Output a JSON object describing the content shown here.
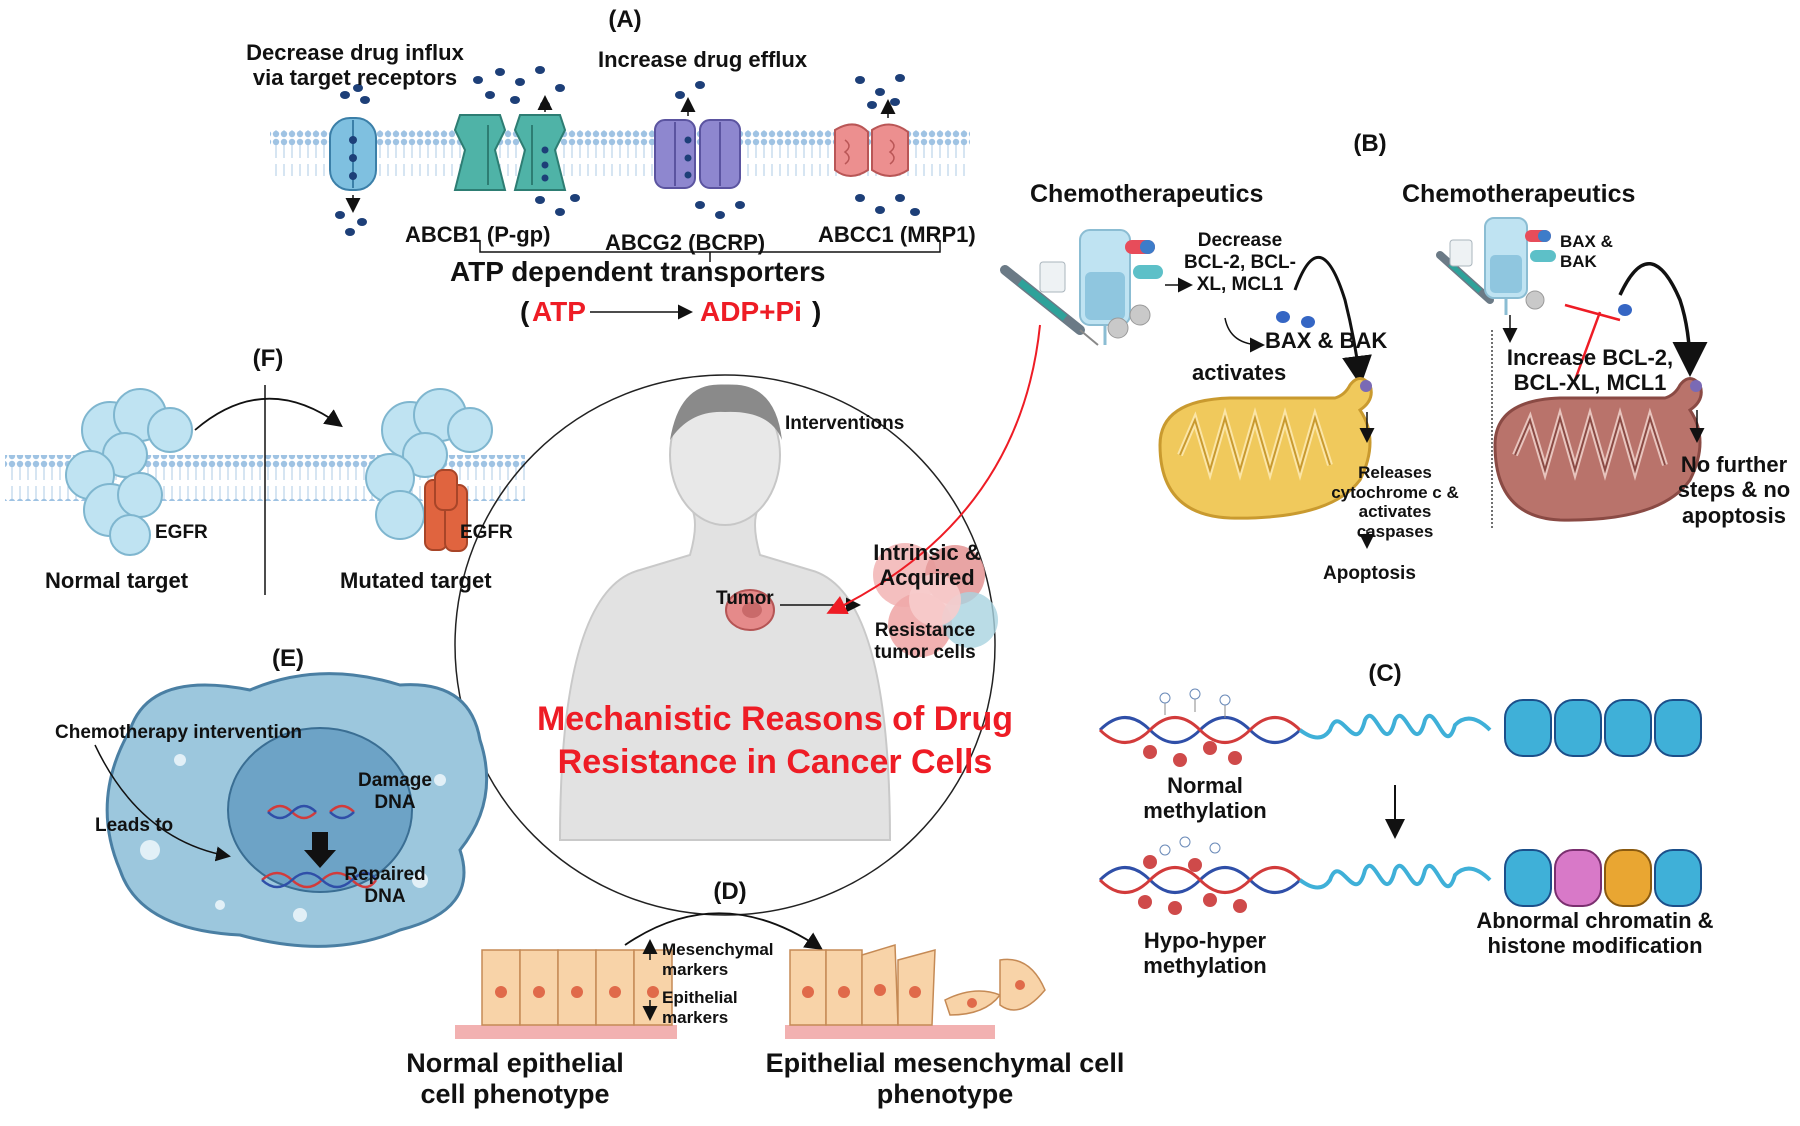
{
  "panels": {
    "a": "(A)",
    "b": "(B)",
    "c": "(C)",
    "d": "(D)",
    "e": "(E)",
    "f": "(F)"
  },
  "panel_a": {
    "influx": "Decrease drug influx\nvia target receptors",
    "efflux": "Increase drug efflux",
    "abcb1": "ABCB1 (P-gp)",
    "abcg2": "ABCG2 (BCRP)",
    "abcc1": "ABCC1 (MRP1)",
    "atp_title": "ATP dependent transporters",
    "paren_open": "(",
    "atp": "ATP",
    "adp": "ADP+Pi",
    "paren_close": ")"
  },
  "panel_b": {
    "chemo_left": "Chemotherapeutics",
    "chemo_right": "Chemotherapeutics",
    "decrease": "Decrease\nBCL-2, BCL-\nXL, MCL1",
    "bax_bak": "BAX & BAK",
    "activates": "activates",
    "releases": "Releases\ncytochrome c &\nactivates caspases",
    "apoptosis": "Apoptosis",
    "bax_bak_right": "BAX &\nBAK",
    "increase": "Increase BCL-2,\nBCL-XL, MCL1",
    "no_further": "No further\nsteps & no\napoptosis"
  },
  "panel_c": {
    "normal": "Normal\nmethylation",
    "hypo": "Hypo-hyper\nmethylation",
    "abnormal": "Abnormal chromatin &\nhistone modification"
  },
  "panel_d": {
    "mes_markers": "Mesenchymal\nmarkers",
    "epi_markers": "Epithelial\nmarkers",
    "normal_pheno": "Normal epithelial\ncell phenotype",
    "emt_pheno": "Epithelial mesenchymal cell\nphenotype"
  },
  "panel_e": {
    "chemo": "Chemotherapy intervention",
    "leads": "Leads to",
    "damage": "Damage\nDNA",
    "repaired": "Repaired\nDNA"
  },
  "panel_f": {
    "egfr_left": "EGFR",
    "egfr_right": "EGFR",
    "normal": "Normal target",
    "mutated": "Mutated target"
  },
  "center": {
    "interventions": "Interventions",
    "tumor": "Tumor",
    "intrinsic": "Intrinsic &\nAcquired",
    "resistance": "Resistance\ntumor cells",
    "title": "Mechanistic Reasons of Drug\nResistance in Cancer Cells"
  },
  "colors": {
    "title_red": "#ee1c25",
    "membrane": "#a9cbe6",
    "pgp_teal": "#4fb3a7",
    "bcrp_purple": "#8e87cf",
    "mrp_pink": "#ec8f8f",
    "egfr_blue": "#bfe3f2",
    "egfr_mut": "#e0643f",
    "mito_yellow": "#f0c95c",
    "mito_brown": "#b9736b",
    "dna_red": "#d23b3b",
    "dna_blue": "#2f4fa8",
    "chromatin": "#3fb0d8",
    "cell_blue": "#9cc7dd",
    "epithelium": "#f5c79a"
  },
  "icons": [
    "drug-molecule-icon",
    "syringe-icon",
    "iv-bag-icon",
    "pill-icon",
    "capsule-icon",
    "mitochondrion-icon",
    "nucleosome-icon",
    "human-body-icon",
    "tumor-icon",
    "cell-icon"
  ]
}
